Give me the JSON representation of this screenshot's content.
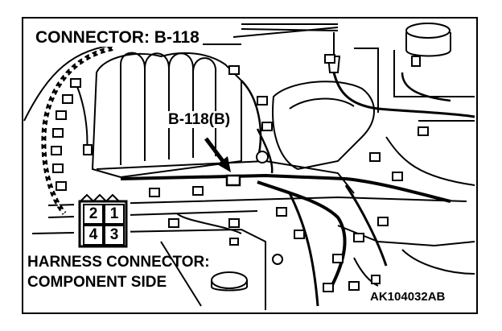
{
  "diagram": {
    "title": "CONNECTOR: B-118",
    "callout_label": "B-118(B)",
    "harness_line_1": "HARNESS CONNECTOR:",
    "harness_line_2": "COMPONENT SIDE",
    "figure_code": "AK104032AB",
    "connector_pins": [
      "2",
      "1",
      "4",
      "3"
    ]
  }
}
